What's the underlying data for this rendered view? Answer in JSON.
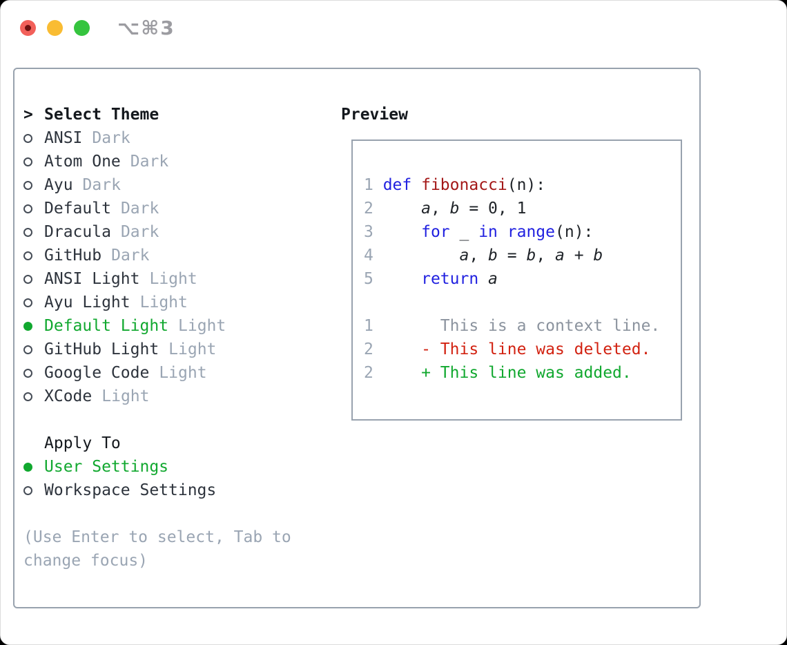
{
  "window": {
    "title": "⌥⌘3"
  },
  "colors": {
    "accent_green": "#11a82f",
    "keyword_blue": "#2121e0",
    "function_red": "#a31717",
    "deleted_red": "#d22211",
    "context_gray": "#8b939e",
    "muted_gray": "#9aa5b3",
    "border_gray": "#98a2ae",
    "traffic_red": "#f2605a",
    "traffic_yellow": "#f9bc33",
    "traffic_green": "#35c43e"
  },
  "selector": {
    "prompt": ">",
    "title": "Select Theme",
    "themes": [
      {
        "name": "ANSI",
        "variant": "Dark",
        "selected": false
      },
      {
        "name": "Atom One",
        "variant": "Dark",
        "selected": false
      },
      {
        "name": "Ayu",
        "variant": "Dark",
        "selected": false
      },
      {
        "name": "Default",
        "variant": "Dark",
        "selected": false
      },
      {
        "name": "Dracula",
        "variant": "Dark",
        "selected": false
      },
      {
        "name": "GitHub",
        "variant": "Dark",
        "selected": false
      },
      {
        "name": "ANSI Light",
        "variant": "Light",
        "selected": false
      },
      {
        "name": "Ayu Light",
        "variant": "Light",
        "selected": false
      },
      {
        "name": "Default Light",
        "variant": "Light",
        "selected": true
      },
      {
        "name": "GitHub Light",
        "variant": "Light",
        "selected": false
      },
      {
        "name": "Google Code",
        "variant": "Light",
        "selected": false
      },
      {
        "name": "XCode",
        "variant": "Light",
        "selected": false
      }
    ],
    "apply_to": {
      "title": "Apply To",
      "options": [
        {
          "name": "User Settings",
          "selected": true
        },
        {
          "name": "Workspace Settings",
          "selected": false
        }
      ]
    },
    "hint_lines": [
      "(Use Enter to select, Tab to",
      "change focus)"
    ]
  },
  "preview": {
    "title": "Preview",
    "code_lines": [
      {
        "segments": [
          [
            "1 ",
            "lnum"
          ],
          [
            "def",
            "kw"
          ],
          [
            " ",
            "plain"
          ],
          [
            "fibonacci",
            "fn"
          ],
          [
            "(n):",
            "plain"
          ]
        ]
      },
      {
        "segments": [
          [
            "2 ",
            "lnum"
          ],
          [
            "    ",
            "plain"
          ],
          [
            "a",
            "var"
          ],
          [
            ", ",
            "plain"
          ],
          [
            "b",
            "var"
          ],
          [
            " = 0, 1",
            "plain"
          ]
        ]
      },
      {
        "segments": [
          [
            "3 ",
            "lnum"
          ],
          [
            "    ",
            "plain"
          ],
          [
            "for",
            "kw"
          ],
          [
            " _ ",
            "plain"
          ],
          [
            "in",
            "kw"
          ],
          [
            " ",
            "plain"
          ],
          [
            "range",
            "kw"
          ],
          [
            "(n):",
            "plain"
          ]
        ]
      },
      {
        "segments": [
          [
            "4 ",
            "lnum"
          ],
          [
            "        ",
            "plain"
          ],
          [
            "a",
            "var"
          ],
          [
            ", ",
            "plain"
          ],
          [
            "b",
            "var"
          ],
          [
            " = ",
            "plain"
          ],
          [
            "b",
            "var"
          ],
          [
            ", ",
            "plain"
          ],
          [
            "a",
            "var"
          ],
          [
            " + ",
            "plain"
          ],
          [
            "b",
            "var"
          ]
        ]
      },
      {
        "segments": [
          [
            "5 ",
            "lnum"
          ],
          [
            "    ",
            "plain"
          ],
          [
            "return",
            "kw"
          ],
          [
            " ",
            "plain"
          ],
          [
            "a",
            "var"
          ]
        ]
      }
    ],
    "diff_lines": [
      {
        "num": "1",
        "marker": " ",
        "text": "This is a context line.",
        "kind": "context"
      },
      {
        "num": "2",
        "marker": "-",
        "text": "This line was deleted.",
        "kind": "deleted"
      },
      {
        "num": "2",
        "marker": "+",
        "text": "This line was added.",
        "kind": "added"
      }
    ]
  }
}
